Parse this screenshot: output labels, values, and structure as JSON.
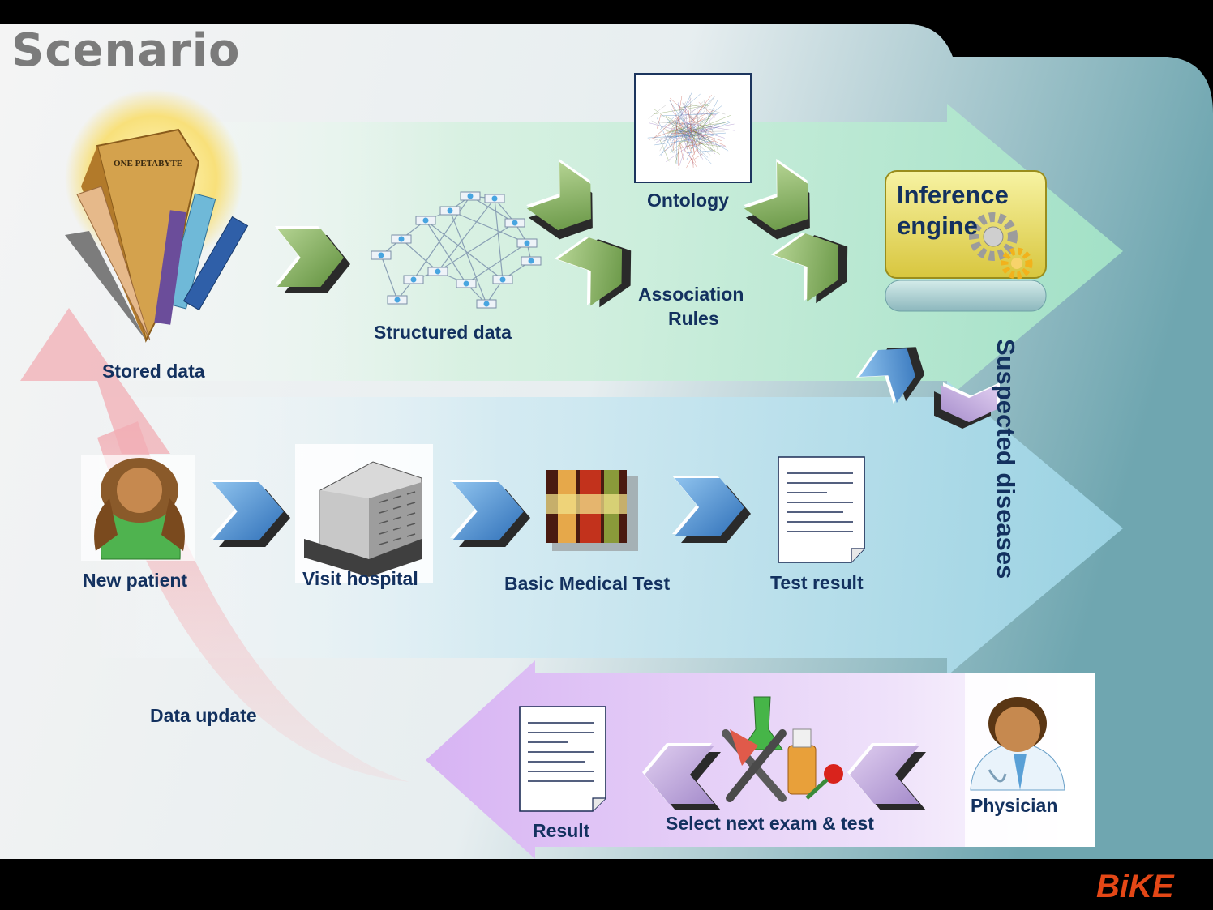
{
  "slide": {
    "title": "Scenario",
    "logo": "BiKE"
  },
  "nodes": {
    "stored_data": "Stored data",
    "structured_data": "Structured data",
    "ontology": "Ontology",
    "association_rules_1": "Association",
    "association_rules_2": "Rules",
    "inference_engine_1": "Inference",
    "inference_engine_2": "engine",
    "suspected_diseases": "Suspected diseases",
    "new_patient": "New patient",
    "visit_hospital": "Visit hospital",
    "basic_medical_test": "Basic Medical Test",
    "test_result": "Test result",
    "data_update": "Data update",
    "result": "Result",
    "select_next": "Select next exam & test",
    "physician": "Physician"
  },
  "book_text": "ONE PETABYTE",
  "icons": [
    "database-tower-icon",
    "network-graph-icon",
    "ontology-graph-icon",
    "gear-icon",
    "patient-icon",
    "hospital-building-icon",
    "test-tubes-icon",
    "document-icon",
    "lab-tools-icon",
    "physician-icon",
    "chevron-arrow-icon"
  ],
  "colors": {
    "accent_text": "#13315f",
    "green_band": "#cdeedd",
    "blue_band": "#bfe3ef",
    "purple_band": "#e3c8f5",
    "update_arrow": "#f3b7bc",
    "logo": "#e44716",
    "title": "#7b7b7b"
  }
}
